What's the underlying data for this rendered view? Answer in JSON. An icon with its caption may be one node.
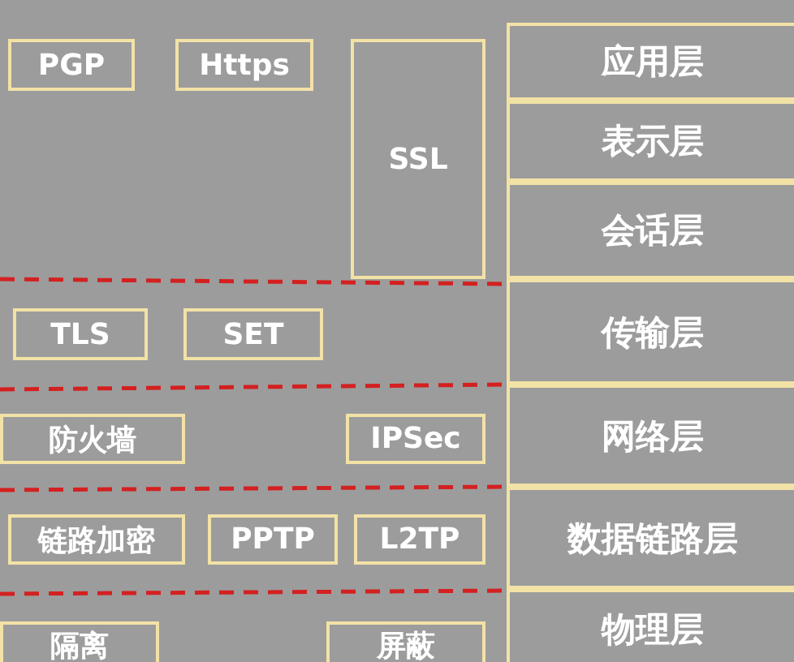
{
  "diagram": {
    "nodes": [
      {
        "text": [
          "PGP"
        ]
      },
      {
        "text": [
          "Https"
        ]
      },
      {
        "text": [
          "SSL"
        ]
      },
      {
        "text": [
          "应用层"
        ]
      },
      {
        "text": [
          "表示层"
        ]
      },
      {
        "text": [
          "会话层"
        ]
      },
      {
        "text": [
          "TLS"
        ]
      },
      {
        "text": [
          "SET"
        ]
      },
      {
        "text": [
          "传输层"
        ]
      },
      {
        "text": [
          "防火墙"
        ]
      },
      {
        "text": [
          "IPSec"
        ]
      },
      {
        "text": [
          "网络层"
        ]
      },
      {
        "text": [
          "链路加密"
        ]
      },
      {
        "text": [
          "PPTP"
        ]
      },
      {
        "text": [
          "L2TP"
        ]
      },
      {
        "text": [
          "数据链路层"
        ]
      },
      {
        "text": [
          "隔离"
        ]
      },
      {
        "text": [
          "屏蔽"
        ]
      },
      {
        "text": [
          "物理层"
        ]
      }
    ],
    "edges": []
  }
}
